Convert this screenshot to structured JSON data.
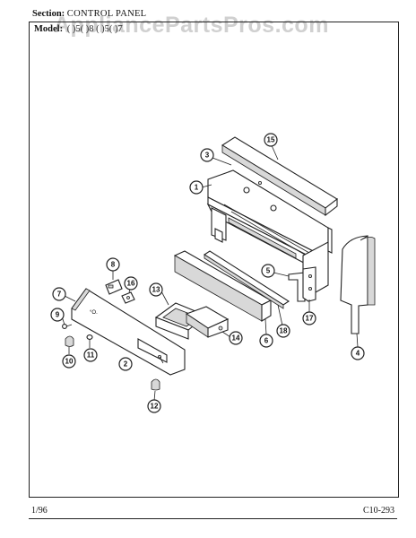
{
  "header": {
    "section_label": "Section:",
    "section_value": "CONTROL PANEL",
    "model_label": "Model:",
    "model_value": "(  )5(  )8 (  )5(  )7"
  },
  "watermark": "AppliancePartsPros.com",
  "footer": {
    "date": "1/96",
    "page_id": "C10-293"
  },
  "callouts": [
    "1",
    "2",
    "3",
    "4",
    "5",
    "6",
    "7",
    "8",
    "9",
    "10",
    "11",
    "12",
    "13",
    "14",
    "15",
    "16",
    "17",
    "18"
  ]
}
